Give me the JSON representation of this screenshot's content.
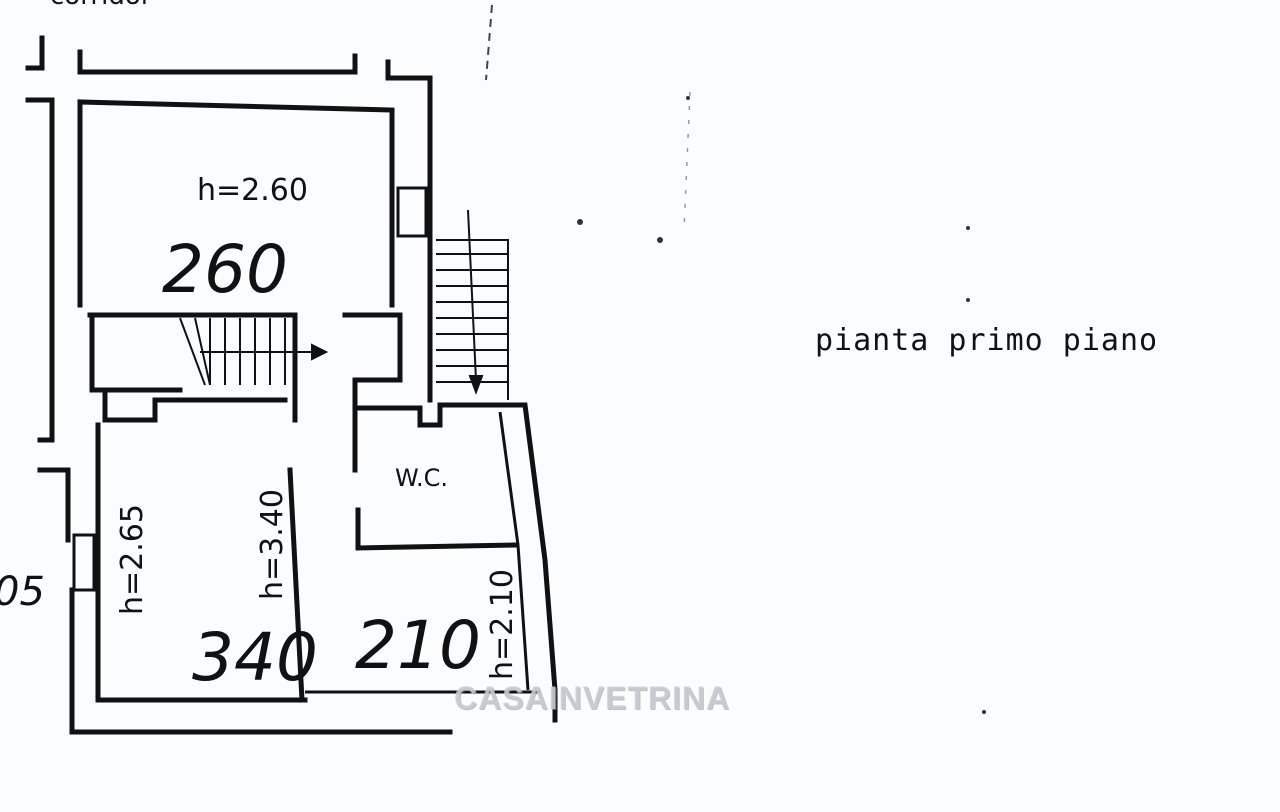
{
  "plan": {
    "top_label": "corridoi",
    "title": "pianta primo piano",
    "rooms": [
      {
        "height_label": "h=2.60",
        "area_label": "260"
      },
      {
        "height_label": "h=2.65",
        "area_label": "340"
      },
      {
        "height_label": "h=3.40",
        "area_label": ""
      },
      {
        "height_label": "h=2.10",
        "area_label": "210"
      }
    ],
    "wc_label": "W.C.",
    "side_label": "05"
  },
  "watermark": "CASAINVETRINA"
}
